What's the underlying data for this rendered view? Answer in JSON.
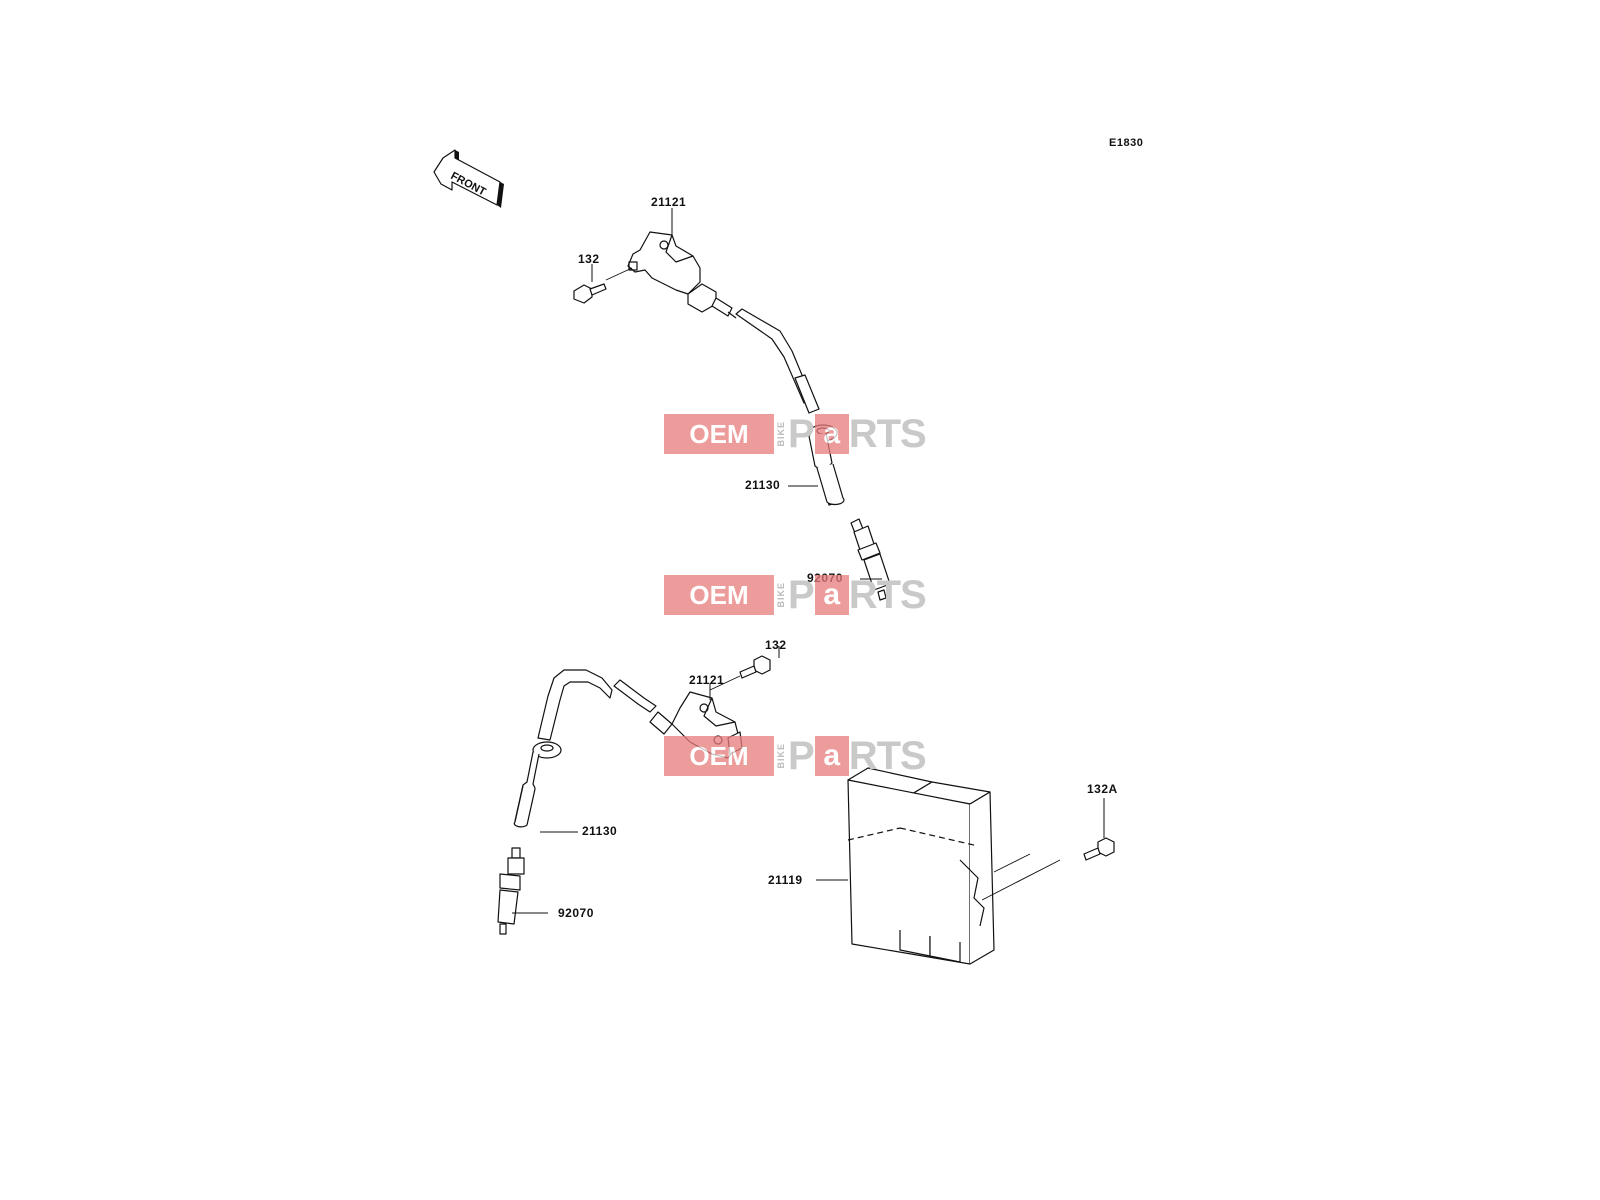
{
  "diagram_code": "E1830",
  "front_label": "FRONT",
  "watermark": {
    "oem": "OEM",
    "bike": "BIKE",
    "p": "P",
    "a": "a",
    "rts": "RTS"
  },
  "callouts": {
    "coil_top": "21121",
    "bolt_top": "132",
    "cap_top": "21130",
    "plug_top": "92070",
    "bolt_mid": "132",
    "coil_mid": "21121",
    "cap_bottom": "21130",
    "plug_bottom": "92070",
    "bolt_ecu": "132A",
    "ecu": "21119"
  }
}
